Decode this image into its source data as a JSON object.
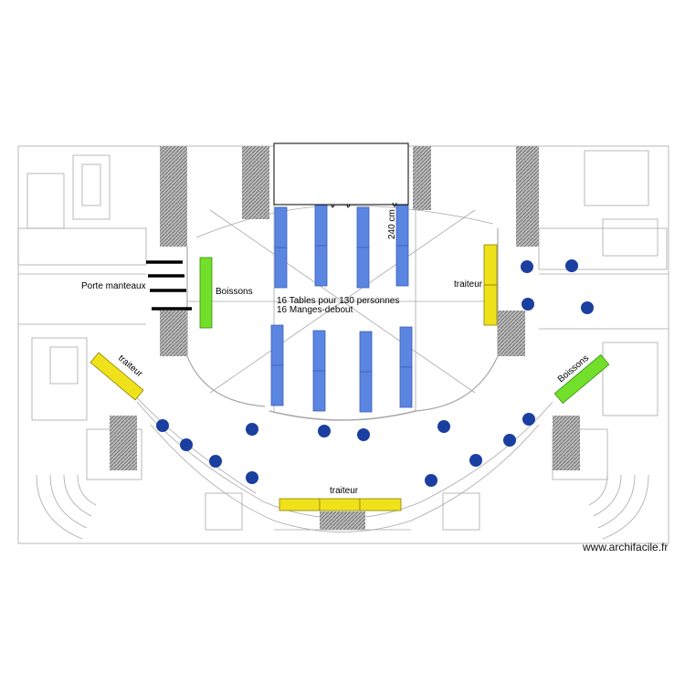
{
  "labels": {
    "porte_manteaux": "Porte manteaux",
    "boissons_left": "Boissons",
    "boissons_right": "Boissons",
    "traiteur_left": "traiteur",
    "traiteur_right": "traiteur",
    "traiteur_bottom": "traiteur",
    "tables_note": "16 Tables pour 130 personnes",
    "manges_note": "16 Manges-debout",
    "dimension": "240 cm"
  },
  "watermark": "www.archifacile.fr",
  "colors": {
    "table_blue": "#5a85e0",
    "buffet_yellow": "#f0e21a",
    "drinks_green": "#72e02a",
    "standing_table": "#1b3fa0",
    "plan_line": "#a8a8a8",
    "wall_hatch": "#8c8c8c"
  },
  "counts": {
    "tables": 16,
    "standing_tables": 16
  }
}
